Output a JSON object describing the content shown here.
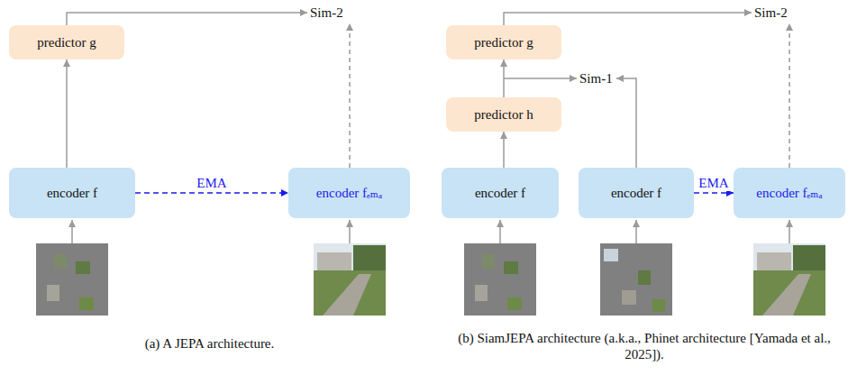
{
  "diagram": {
    "nodes": [
      {
        "text": [
          "predictor g"
        ]
      },
      {
        "text": [
          "encoder f"
        ]
      },
      {
        "text": [
          "encoder fₑₘₐ"
        ]
      },
      {
        "text": [
          "predictor g"
        ]
      },
      {
        "text": [
          "predictor h"
        ]
      },
      {
        "text": [
          "encoder f"
        ]
      },
      {
        "text": [
          "encoder f"
        ]
      },
      {
        "text": [
          "encoder fₑₘₐ"
        ]
      }
    ],
    "edges": [
      {
        "from": 1,
        "to": 0,
        "arrow": "to"
      },
      {
        "from": 1,
        "to": 2,
        "label": "EMA",
        "arrow": "to"
      },
      {
        "from": 5,
        "to": 4,
        "arrow": "to"
      },
      {
        "from": 4,
        "to": 3,
        "arrow": "to"
      },
      {
        "from": 6,
        "to": 7,
        "label": "EMA",
        "arrow": "to"
      }
    ],
    "labels": [
      "Sim-2",
      "Sim-2",
      "Sim-1",
      "(a) A JEPA architecture.",
      "(b) SiamJEPA architecture (a.k.a., Phinet architecture [Yamada et al., 2025])."
    ]
  }
}
